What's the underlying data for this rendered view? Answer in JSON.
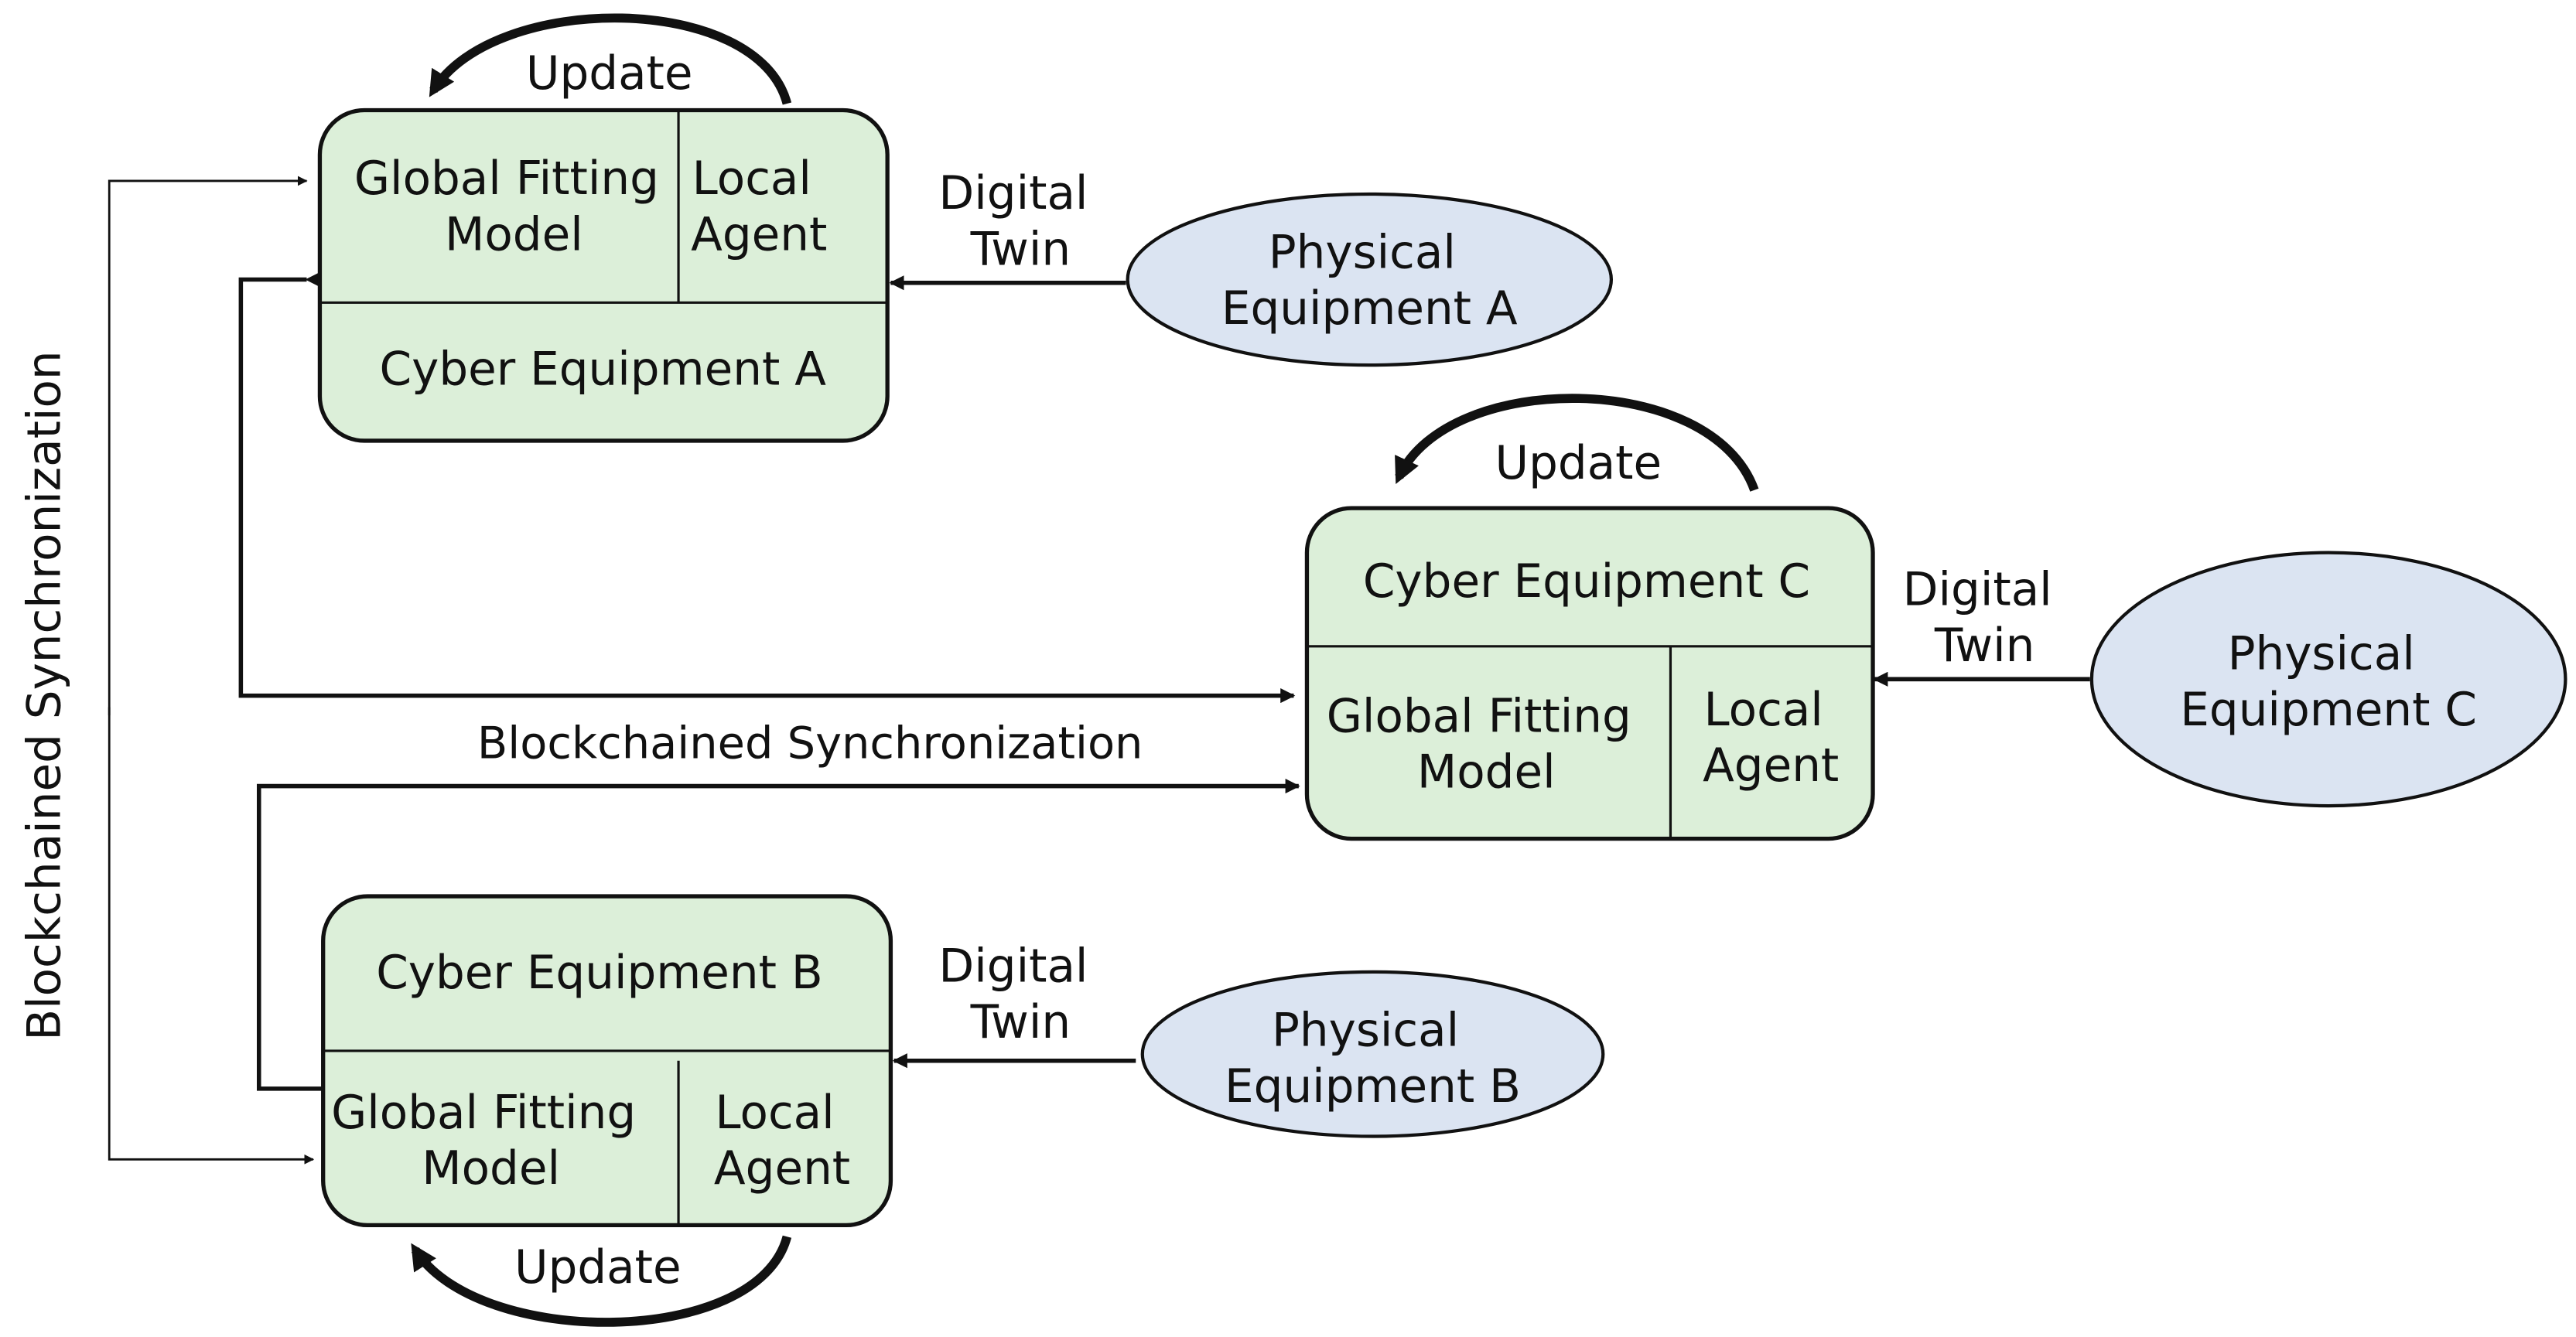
{
  "colors": {
    "box_fill": "#dcefd9",
    "box_stroke": "#111111",
    "ellipse_fill": "#dbe4f2",
    "ellipse_stroke": "#111111",
    "arrow": "#111111",
    "text": "#111111"
  },
  "cyber_a": {
    "title": "Cyber Equipment A",
    "model_line1": "Global Fitting",
    "model_line2": "Model",
    "agent_line1": "Local",
    "agent_line2": "Agent",
    "update": "Update"
  },
  "cyber_b": {
    "title": "Cyber Equipment B",
    "model_line1": "Global Fitting",
    "model_line2": "Model",
    "agent_line1": "Local",
    "agent_line2": "Agent",
    "update": "Update"
  },
  "cyber_c": {
    "title": "Cyber Equipment C",
    "model_line1": "Global Fitting",
    "model_line2": "Model",
    "agent_line1": "Local",
    "agent_line2": "Agent",
    "update": "Update"
  },
  "physical_a": {
    "line1": "Physical",
    "line2": "Equipment A"
  },
  "physical_b": {
    "line1": "Physical",
    "line2": "Equipment B"
  },
  "physical_c": {
    "line1": "Physical",
    "line2": "Equipment C"
  },
  "twin_a": {
    "line1": "Digital",
    "line2": "Twin"
  },
  "twin_b": {
    "line1": "Digital",
    "line2": "Twin"
  },
  "twin_c": {
    "line1": "Digital",
    "line2": "Twin"
  },
  "sync_horizontal": "Blockchained Synchronization",
  "sync_vertical": "Blockchained Synchronization"
}
